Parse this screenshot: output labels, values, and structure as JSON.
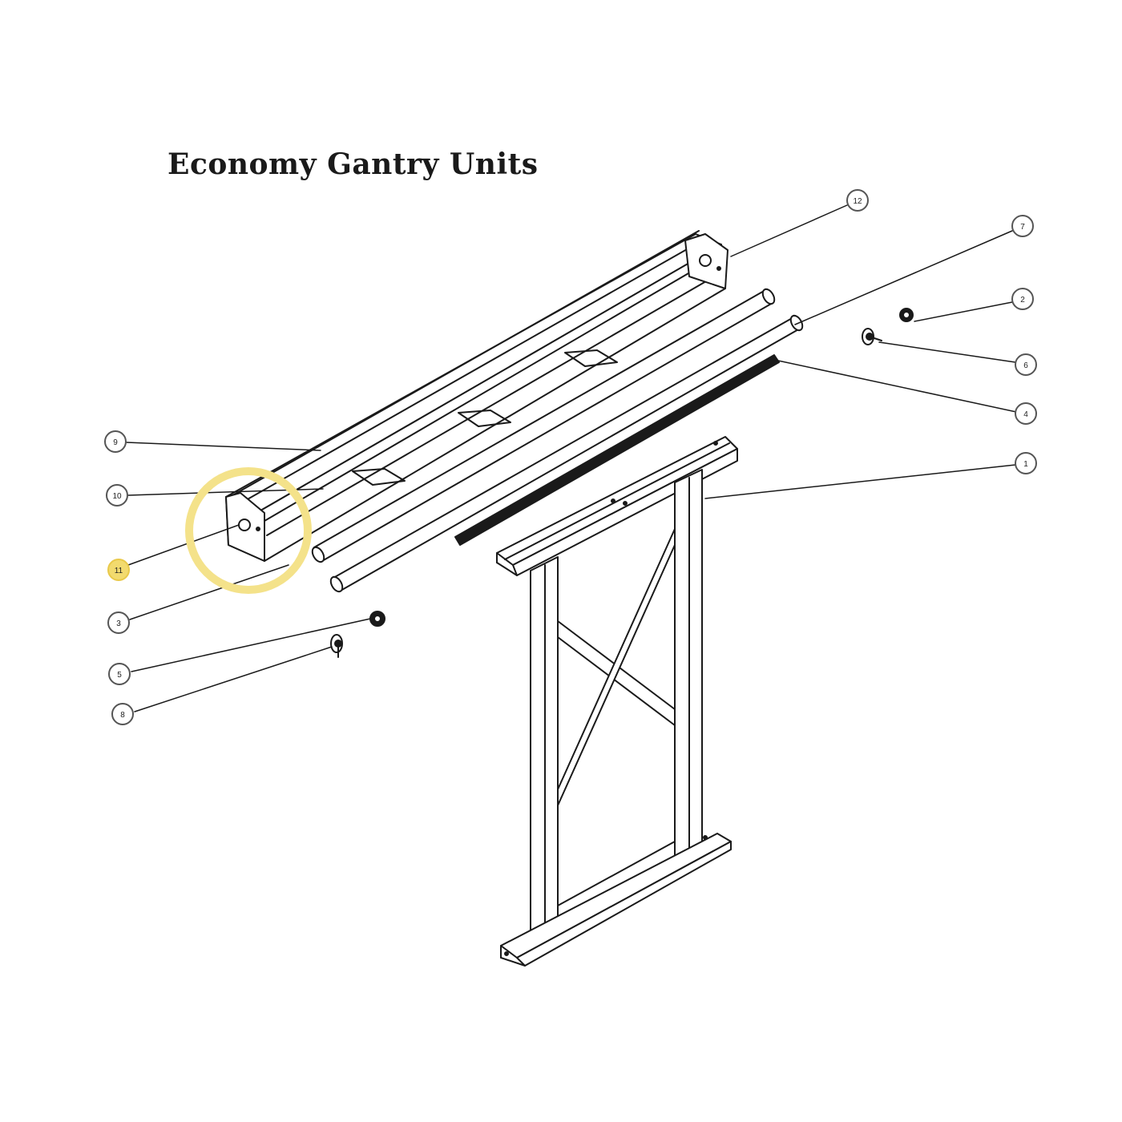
{
  "title": "Economy Gantry Units",
  "callouts": [
    {
      "id": "12",
      "label": "12",
      "highlighted": false
    },
    {
      "id": "7",
      "label": "7",
      "highlighted": false
    },
    {
      "id": "2",
      "label": "2",
      "highlighted": false
    },
    {
      "id": "6",
      "label": "6",
      "highlighted": false
    },
    {
      "id": "4",
      "label": "4",
      "highlighted": false
    },
    {
      "id": "1",
      "label": "1",
      "highlighted": false
    },
    {
      "id": "9",
      "label": "9",
      "highlighted": false
    },
    {
      "id": "10",
      "label": "10",
      "highlighted": false
    },
    {
      "id": "11",
      "label": "11",
      "highlighted": true
    },
    {
      "id": "3",
      "label": "3",
      "highlighted": false
    },
    {
      "id": "5",
      "label": "5",
      "highlighted": false
    },
    {
      "id": "8",
      "label": "8",
      "highlighted": false
    }
  ],
  "colors": {
    "line": "#1a1a1a",
    "highlight_ring": "#f4e28a",
    "highlight_fill": "#f2da6e",
    "background": "#ffffff"
  }
}
